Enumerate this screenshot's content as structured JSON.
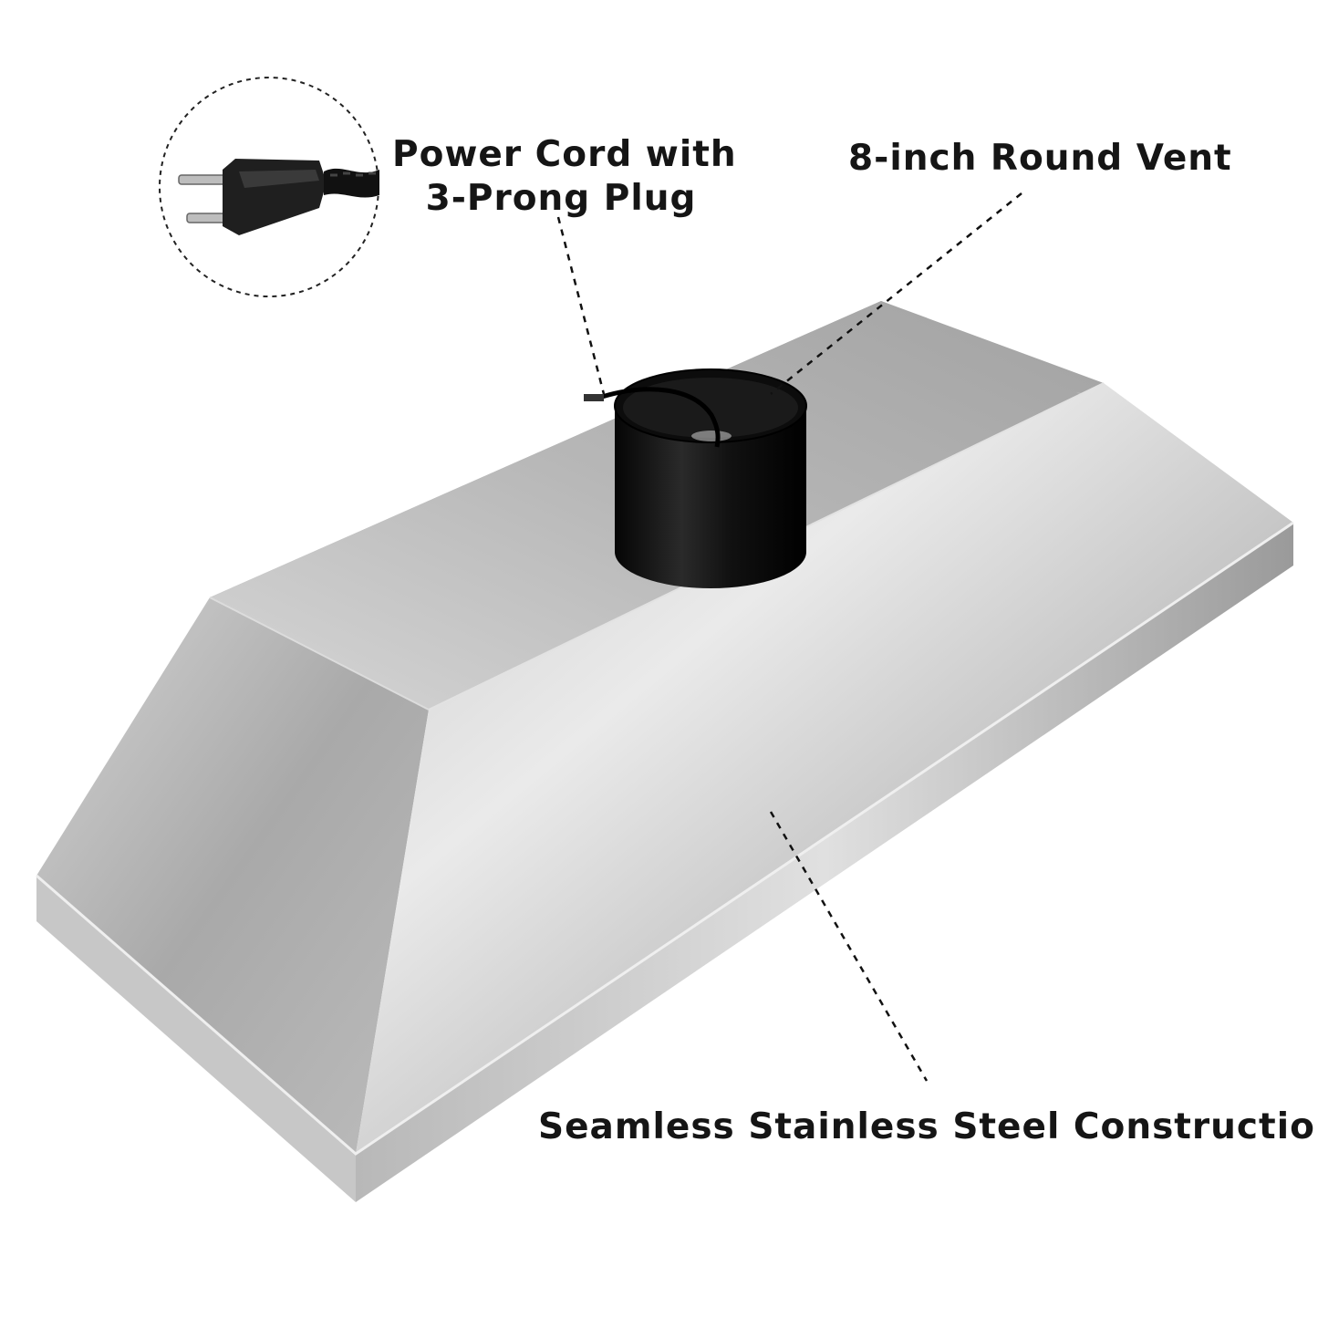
{
  "callouts": {
    "power_cord": {
      "line1": "Power Cord with",
      "line2": "3-Prong Plug"
    },
    "vent": {
      "label": "8-inch Round Vent"
    },
    "construction": {
      "label": "Seamless Stainless Steel Construction"
    }
  },
  "colors": {
    "background": "#ffffff",
    "text": "#151515",
    "steel_light": "#e6e6e6",
    "steel_dark": "#8e8e8e",
    "vent_black": "#141414"
  },
  "icons": [
    "three-prong-plug-icon"
  ]
}
